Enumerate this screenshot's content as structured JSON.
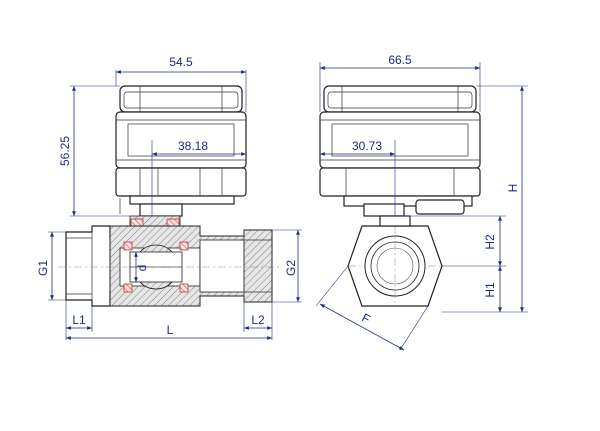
{
  "drawing": {
    "front_view": {
      "width_label": "54.5",
      "height_label": "56.25",
      "offset_label": "38.18",
      "bore_label": "d",
      "g1_label": "G1",
      "g2_label": "G2",
      "l1_label": "L1",
      "l2_label": "L2",
      "l_label": "L"
    },
    "side_view": {
      "width_label": "66.5",
      "offset_label": "30.73",
      "h_label": "H",
      "h1_label": "H1",
      "h2_label": "H2",
      "f_label": "F"
    },
    "colors": {
      "dimension": "#1b2a8c",
      "outline": "#222222",
      "seal": "#b02020"
    }
  }
}
